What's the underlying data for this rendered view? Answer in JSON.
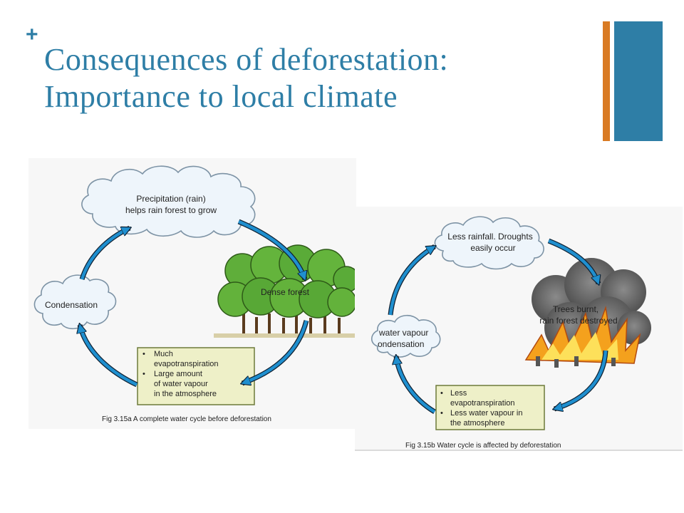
{
  "slide": {
    "plus": "+",
    "title_line1": "Consequences of deforestation:",
    "title_line2": "Importance to local climate",
    "accent_orange": "#d97b24",
    "accent_blue": "#2e7ea6"
  },
  "fig_a": {
    "cloud_top_line1": "Precipitation (rain)",
    "cloud_top_line2": "helps rain forest to grow",
    "cloud_left": "Condensation",
    "forest_label": "Dense forest",
    "box_line1": "Much",
    "box_line2": "evapotranspiration",
    "box_line3": "Large amount",
    "box_line4": "of water vapour",
    "box_line5": "in the atmosphere",
    "caption": "Fig 3.15a A complete water cycle before deforestation"
  },
  "fig_b": {
    "cloud_top_line1": "Less rainfall. Droughts",
    "cloud_top_line2": "easily occur",
    "cloud_left_line1": "water vapour",
    "cloud_left_line2": "ondensation",
    "fire_line1": "Trees burnt,",
    "fire_line2": "rain forest destroyed",
    "box_line1": "Less",
    "box_line2": "evapotranspiration",
    "box_line3": "Less water vapour in",
    "box_line4": "the atmosphere",
    "caption": "Fig 3.15b Water cycle is affected by deforestation"
  }
}
